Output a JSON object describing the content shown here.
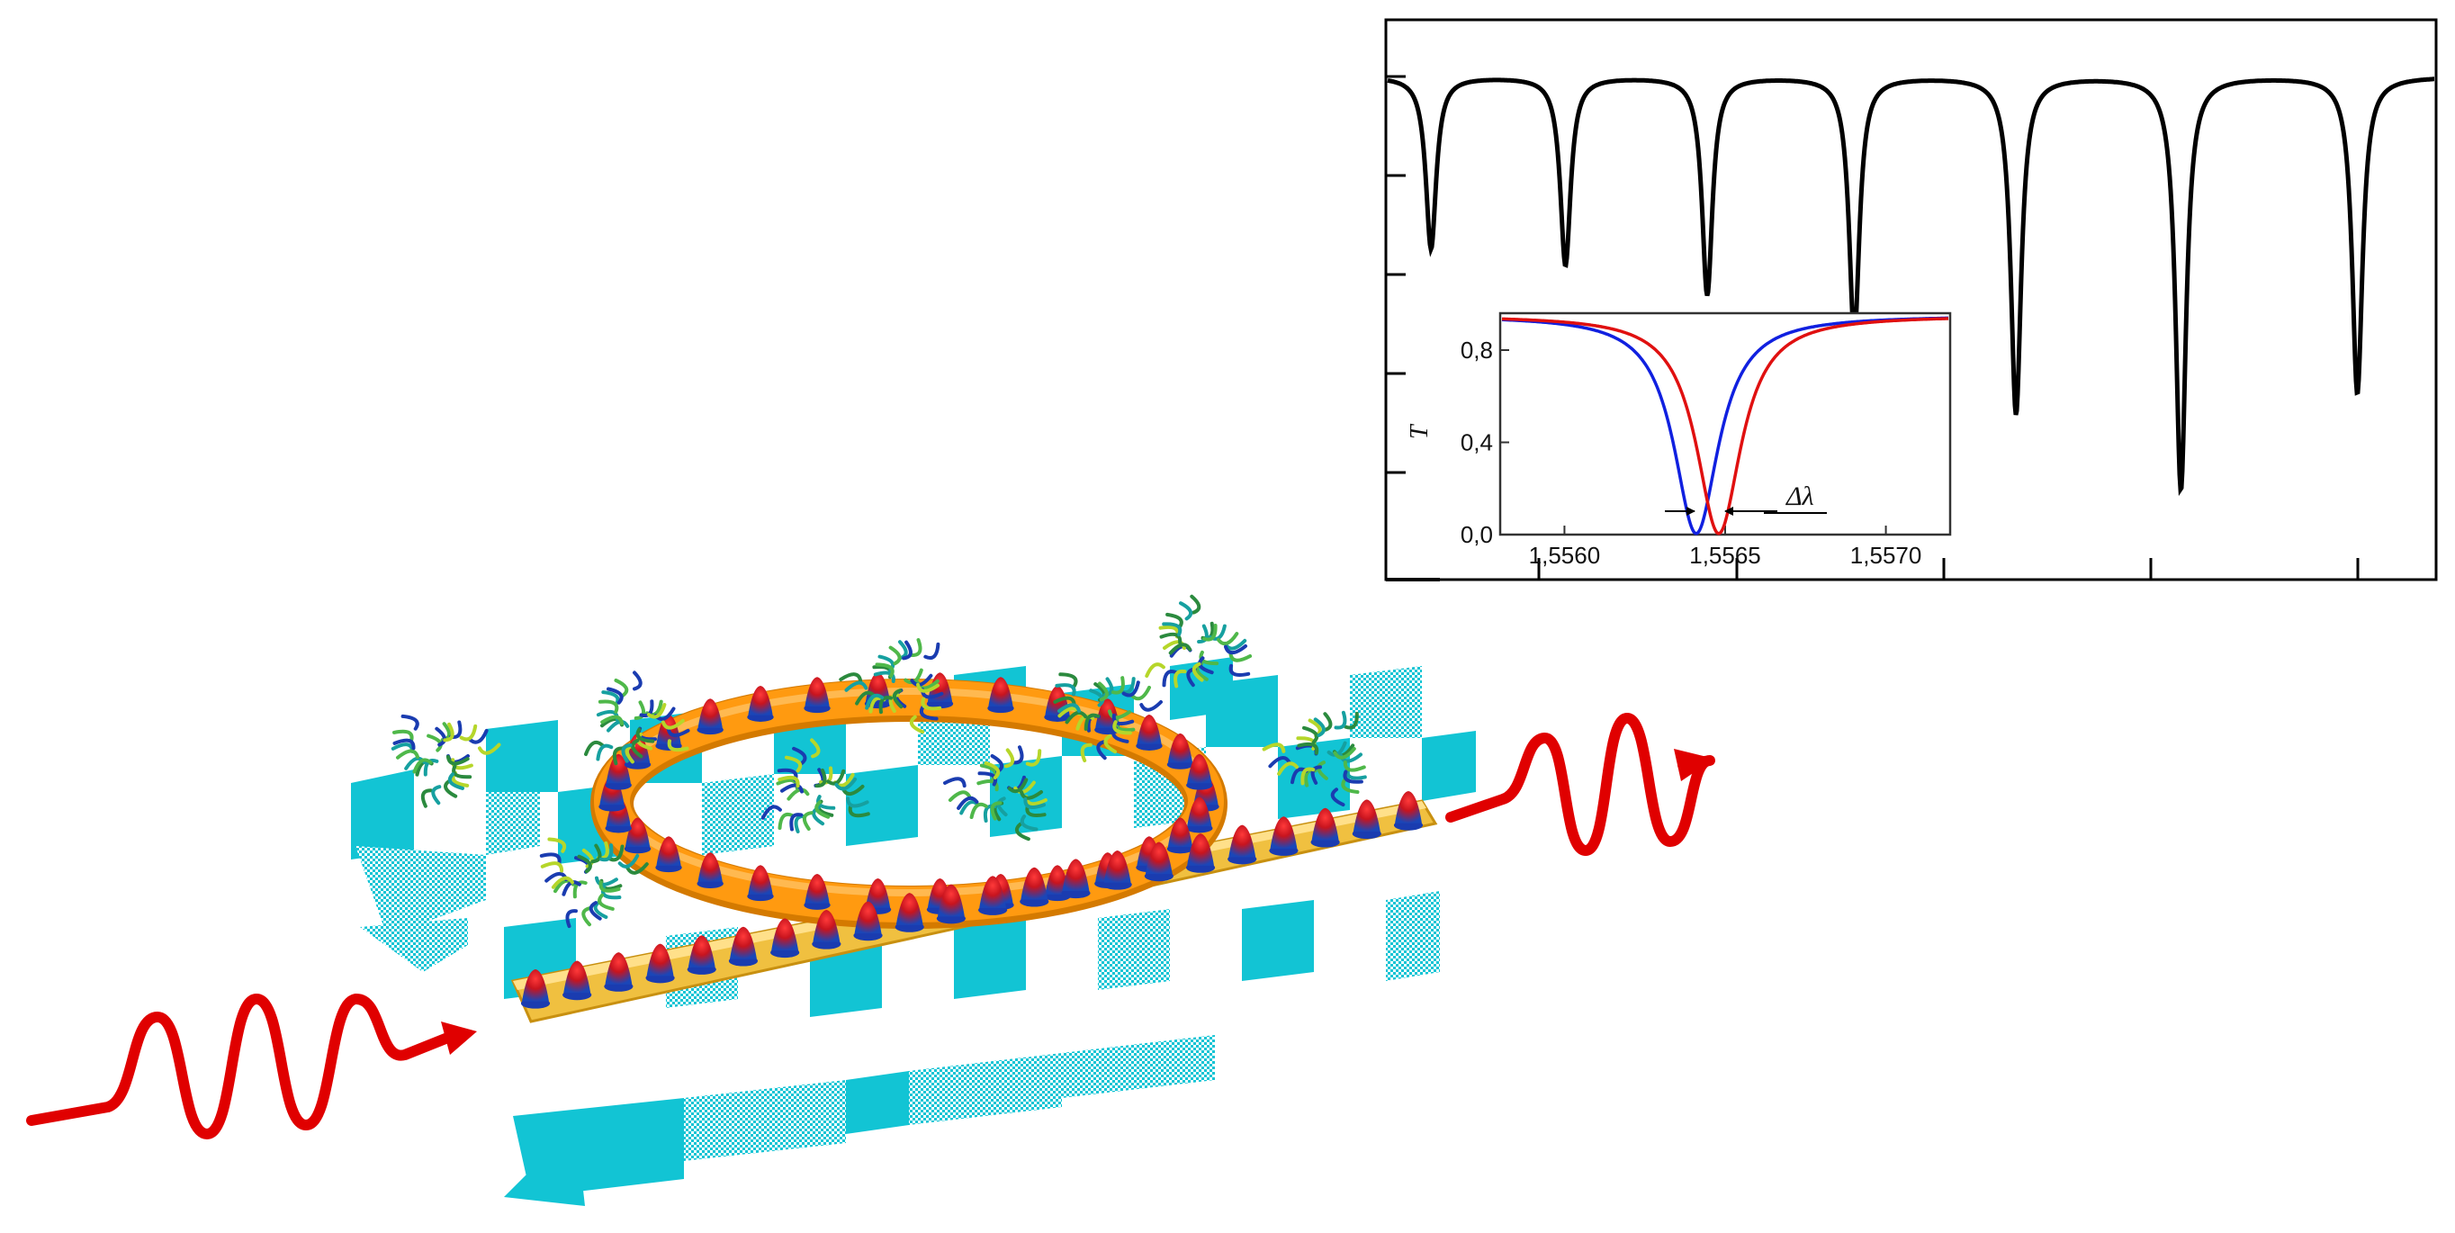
{
  "main_plot": {
    "type": "line",
    "series": [
      {
        "color": "#000000",
        "dips": [
          {
            "position": 0.043,
            "depth": 0.75
          },
          {
            "position": 0.171,
            "depth": 0.82
          },
          {
            "position": 0.306,
            "depth": 0.95
          },
          {
            "position": 0.446,
            "depth": 1.13
          },
          {
            "position": 0.6,
            "depth": 1.47
          },
          {
            "position": 0.757,
            "depth": 1.8
          },
          {
            "position": 0.925,
            "depth": 1.38
          }
        ]
      }
    ]
  },
  "inset": {
    "type": "line",
    "ylabel": "T",
    "xlim": [
      1.5558,
      1.5572
    ],
    "ylim": [
      0.0,
      0.96
    ],
    "x_ticks": [
      {
        "value": 1.556,
        "label": "1,5560"
      },
      {
        "value": 1.5565,
        "label": "1,5565"
      },
      {
        "value": 1.557,
        "label": "1,5570"
      }
    ],
    "y_ticks": [
      {
        "value": 0.0,
        "label": "0,0"
      },
      {
        "value": 0.4,
        "label": "0,4"
      },
      {
        "value": 0.8,
        "label": "0,8"
      }
    ],
    "annotation": "Δλ",
    "series": [
      {
        "color": "#1020e0",
        "center": 1.55641,
        "width": 8.5e-05,
        "baseline": 0.95
      },
      {
        "color": "#e01010",
        "center": 1.55648,
        "width": 8.5e-05,
        "baseline": 0.95
      }
    ]
  },
  "colors": {
    "substrate": "#12c4d4",
    "ring": "#ff9a10",
    "waveguide": "#e8b830",
    "light_wave": "#e00000",
    "field_peak": "#d41818",
    "field_base": "#1a3cb0"
  },
  "icons": [
    "input-wave-icon",
    "output-wave-icon",
    "protein-molecule-icon",
    "ring-resonator-icon",
    "bus-waveguide-icon"
  ]
}
